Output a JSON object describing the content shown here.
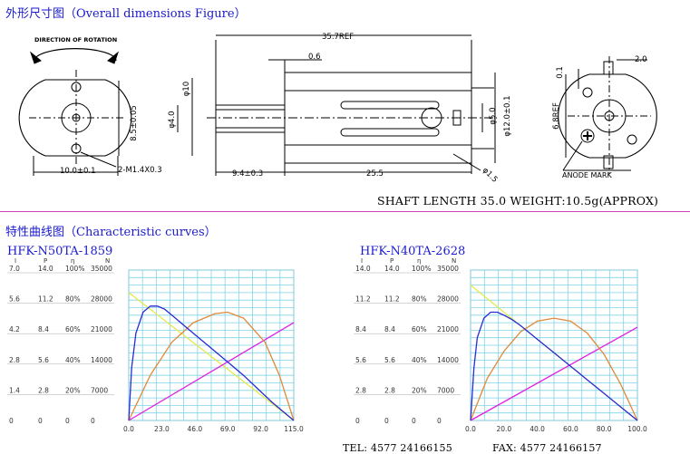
{
  "sections": {
    "dimensions_title": "外形尺寸图（Overall dimensions Figure）",
    "curves_title": "特性曲线图（Characteristic curves）"
  },
  "drawing": {
    "direction_label": "DIRECTION OF ROTATION",
    "dims": {
      "width_10": "10.0±0.1",
      "height_85": "8.5±0.05",
      "screw": "2-M1.4X0.3",
      "overall": "35.7REF",
      "shaft_offset": "0.6",
      "diameter_10": "φ10",
      "diameter_4": "φ4.0",
      "shaft_len": "9.4±0.3",
      "body_len": "25.5",
      "diameter_5": "φ5.0",
      "diameter_12": "φ12.0±0.1",
      "diameter_15": "φ1.5",
      "terminal_20": "2.0",
      "terminal_01": "0.1",
      "ref_68": "6.8REF",
      "anode": "ANODE MARK"
    },
    "spec_line": "SHAFT LENGTH 35.0   WEIGHT:10.5g(APPROX)"
  },
  "charts_header": {
    "left_model": "HFK-N50TA-1859",
    "right_model": "HFK-N40TA-2628",
    "col_heads": [
      "I",
      "P",
      "η",
      "N"
    ]
  },
  "chart_data": [
    {
      "type": "line",
      "title": "HFK-N50TA-1859",
      "x_ticks": [
        "0.0",
        "23.0",
        "46.0",
        "69.0",
        "92.0",
        "115.0"
      ],
      "y_rows": [
        [
          "7.0",
          "14.0",
          "100%",
          "35000"
        ],
        [
          "5.6",
          "11.2",
          "80%",
          "28000"
        ],
        [
          "4.2",
          "8.4",
          "60%",
          "21000"
        ],
        [
          "2.8",
          "5.6",
          "40%",
          "14000"
        ],
        [
          "1.4",
          "2.8",
          "20%",
          "7000"
        ],
        [
          "0",
          "0",
          "0",
          "0"
        ]
      ],
      "xlim": [
        0,
        115
      ],
      "ylim_fraction": [
        0,
        1
      ],
      "grid": true,
      "series": [
        {
          "color": "#e8e84a",
          "x": [
            0,
            115
          ],
          "y": [
            0.85,
            0.0
          ]
        },
        {
          "color": "#e020e0",
          "x": [
            0,
            115
          ],
          "y": [
            0.0,
            0.65
          ]
        },
        {
          "color": "#e08a3a",
          "x": [
            0,
            15,
            30,
            45,
            60,
            69,
            80,
            95,
            105,
            115
          ],
          "y": [
            0.0,
            0.3,
            0.52,
            0.65,
            0.71,
            0.72,
            0.68,
            0.52,
            0.3,
            0.0
          ]
        },
        {
          "color": "#2a2ad8",
          "x": [
            0,
            2,
            5,
            10,
            15,
            20,
            25,
            30,
            40,
            50,
            60,
            70,
            80,
            90,
            100,
            110,
            115
          ],
          "y": [
            0.0,
            0.35,
            0.58,
            0.72,
            0.76,
            0.76,
            0.74,
            0.7,
            0.62,
            0.54,
            0.46,
            0.38,
            0.3,
            0.21,
            0.12,
            0.04,
            0.0
          ]
        }
      ]
    },
    {
      "type": "line",
      "title": "HFK-N40TA-2628",
      "x_ticks": [
        "0.0",
        "20.0",
        "40.0",
        "60.0",
        "80.0",
        "100.0"
      ],
      "y_rows": [
        [
          "14.0",
          "14.0",
          "100%",
          "35000"
        ],
        [
          "11.2",
          "11.2",
          "80%",
          "28000"
        ],
        [
          "8.4",
          "8.4",
          "60%",
          "21000"
        ],
        [
          "5.6",
          "5.6",
          "40%",
          "14000"
        ],
        [
          "2.8",
          "2.8",
          "20%",
          "7000"
        ],
        [
          "0",
          "0",
          "0",
          "0"
        ]
      ],
      "xlim": [
        0,
        100
      ],
      "ylim_fraction": [
        0,
        1
      ],
      "grid": true,
      "series": [
        {
          "color": "#e8e84a",
          "x": [
            0,
            100
          ],
          "y": [
            0.9,
            0.0
          ]
        },
        {
          "color": "#e020e0",
          "x": [
            0,
            100
          ],
          "y": [
            0.0,
            0.62
          ]
        },
        {
          "color": "#e08a3a",
          "x": [
            0,
            10,
            20,
            30,
            40,
            50,
            60,
            70,
            80,
            90,
            100
          ],
          "y": [
            0.0,
            0.28,
            0.46,
            0.59,
            0.66,
            0.68,
            0.66,
            0.58,
            0.44,
            0.24,
            0.0
          ]
        },
        {
          "color": "#2a2ad8",
          "x": [
            0,
            2,
            4,
            8,
            12,
            16,
            20,
            25,
            30,
            40,
            50,
            60,
            70,
            80,
            90,
            100
          ],
          "y": [
            0.0,
            0.35,
            0.55,
            0.68,
            0.72,
            0.72,
            0.7,
            0.67,
            0.63,
            0.54,
            0.45,
            0.36,
            0.27,
            0.18,
            0.09,
            0.0
          ]
        }
      ]
    }
  ],
  "footer_partial": {
    "left": "TEL: 4577 24166155",
    "right": "FAX: 4577 24166157"
  }
}
